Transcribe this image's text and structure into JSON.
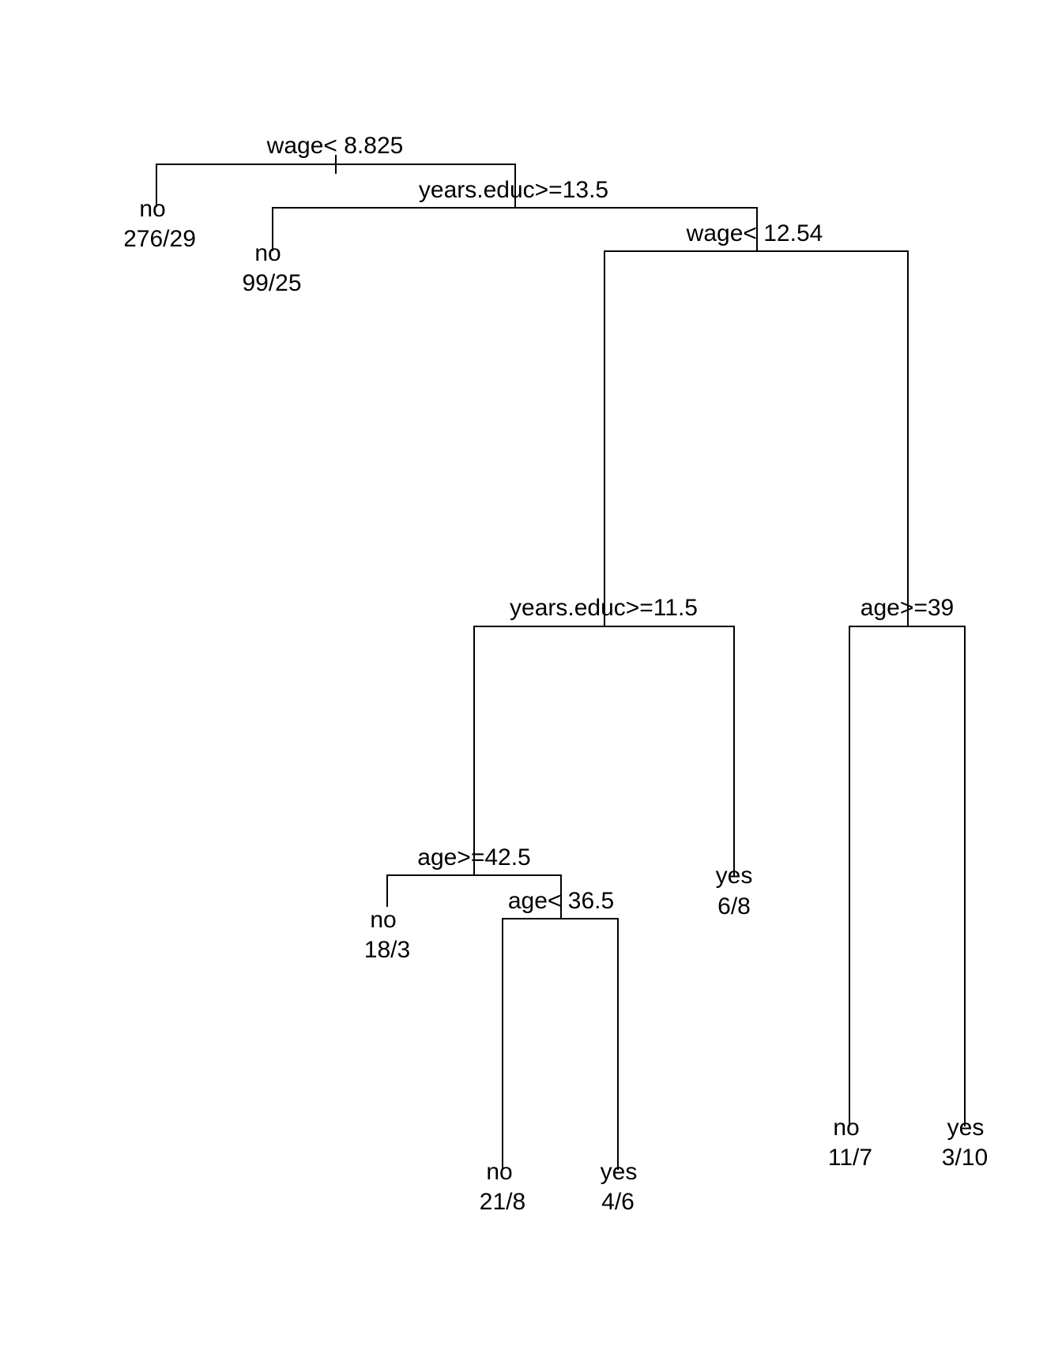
{
  "tree": {
    "splits": [
      {
        "id": "s1",
        "label": "wage< 8.825"
      },
      {
        "id": "s2",
        "label": "years.educ>=13.5"
      },
      {
        "id": "s3",
        "label": "wage< 12.54"
      },
      {
        "id": "s4",
        "label": "years.educ>=11.5"
      },
      {
        "id": "s5",
        "label": "age>=39"
      },
      {
        "id": "s6",
        "label": "age>=42.5"
      },
      {
        "id": "s7",
        "label": "age< 36.5"
      }
    ],
    "leaves": [
      {
        "id": "l1",
        "class": "no",
        "counts": "276/29"
      },
      {
        "id": "l2",
        "class": "no",
        "counts": "99/25"
      },
      {
        "id": "l3",
        "class": "no",
        "counts": "18/3"
      },
      {
        "id": "l4",
        "class": "yes",
        "counts": "6/8"
      },
      {
        "id": "l5",
        "class": "no",
        "counts": "21/8"
      },
      {
        "id": "l6",
        "class": "yes",
        "counts": "4/6"
      },
      {
        "id": "l7",
        "class": "no",
        "counts": "11/7"
      },
      {
        "id": "l8",
        "class": "yes",
        "counts": "3/10"
      }
    ]
  }
}
